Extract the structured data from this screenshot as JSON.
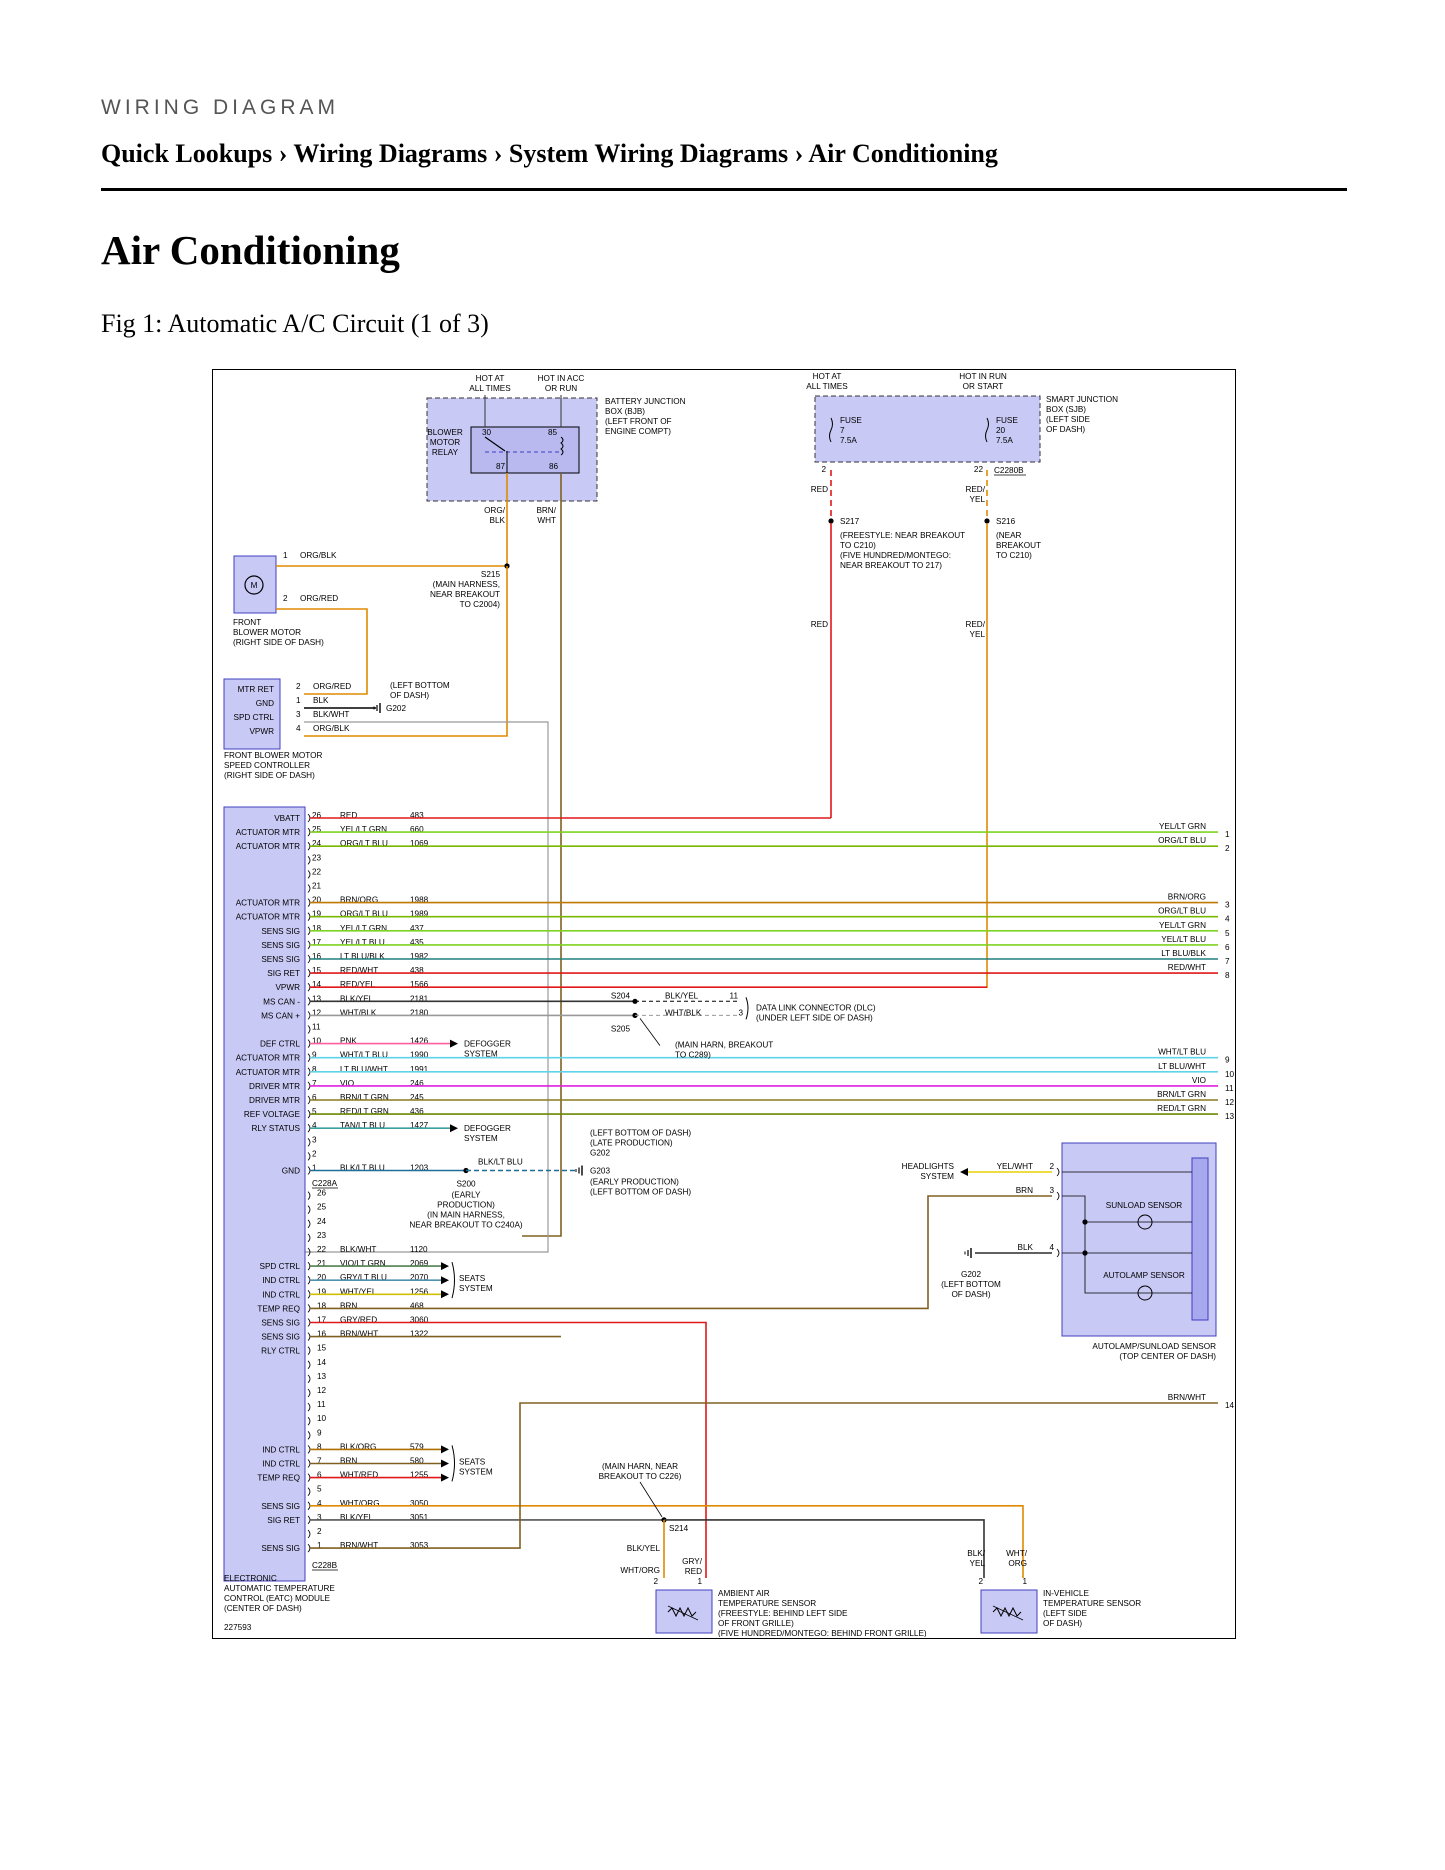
{
  "header": {
    "section_label": "WIRING DIAGRAM",
    "breadcrumb": "Quick Lookups › Wiring Diagrams › System Wiring Diagrams › Air Conditioning"
  },
  "page_title": "Air Conditioning",
  "figure_caption": "Fig 1: Automatic A/C Circuit (1 of 3)",
  "diagram": {
    "figure_id": "227593",
    "top_labels": {
      "bjb_hot_always": [
        "HOT AT",
        "ALL TIMES"
      ],
      "bjb_hot_acc": [
        "HOT IN ACC",
        "OR RUN"
      ],
      "sjb_hot_always": [
        "HOT AT",
        "ALL TIMES"
      ],
      "sjb_hot_run": [
        "HOT IN RUN",
        "OR START"
      ]
    },
    "bjb": {
      "name": [
        "BATTERY JUNCTION",
        "BOX (BJB)",
        "(LEFT FRONT OF",
        "ENGINE COMPT)"
      ],
      "relay": [
        "BLOWER",
        "MOTOR",
        "RELAY"
      ],
      "pins": [
        "30",
        "85",
        "87",
        "86"
      ],
      "wires": [
        [
          "ORG/",
          "BLK"
        ],
        [
          "BRN/",
          "WHT"
        ]
      ]
    },
    "sjb": {
      "name": [
        "SMART JUNCTION",
        "BOX (SJB)",
        "(LEFT SIDE",
        "OF DASH)"
      ],
      "fuse7": [
        "FUSE",
        "7",
        "7.5A"
      ],
      "fuse20": [
        "FUSE",
        "20",
        "7.5A"
      ],
      "pin_left": "2",
      "pin_right": "22",
      "connector": "C2280B",
      "wire_left": [
        "RED"
      ],
      "wire_right": [
        "RED/",
        "YEL"
      ]
    },
    "s217": {
      "name": "S217",
      "desc": [
        "(FREESTYLE: NEAR BREAKOUT",
        "TO C210)",
        "(FIVE HUNDRED/MONTEGO:",
        "NEAR BREAKOUT TO 217)"
      ]
    },
    "s216": {
      "name": "S216",
      "desc": [
        "(NEAR",
        "BREAKOUT",
        "TO C210)"
      ]
    },
    "lower_left_wire": "RED",
    "lower_right_wire": [
      "RED/",
      "YEL"
    ],
    "blower_motor": {
      "symbol": "M",
      "pins": [
        {
          "num": "1",
          "wire": "ORG/BLK"
        },
        {
          "num": "2",
          "wire": "ORG/RED"
        }
      ],
      "name": [
        "FRONT",
        "BLOWER MOTOR",
        "(RIGHT SIDE OF DASH)"
      ]
    },
    "s215": {
      "name": "S215",
      "desc": [
        "(MAIN HARNESS,",
        "NEAR BREAKOUT",
        "TO C2004)"
      ]
    },
    "speed_controller": {
      "name": [
        "FRONT BLOWER MOTOR",
        "SPEED CONTROLLER",
        "(RIGHT SIDE OF DASH)"
      ],
      "rows": [
        {
          "label": "MTR RET",
          "pin": "2",
          "wire": "ORG/RED"
        },
        {
          "label": "GND",
          "pin": "1",
          "wire": "BLK"
        },
        {
          "label": "SPD CTRL",
          "pin": "3",
          "wire": "BLK/WHT"
        },
        {
          "label": "VPWR",
          "pin": "4",
          "wire": "ORG/BLK"
        }
      ],
      "ground_desc": [
        "(LEFT BOTTOM",
        "OF DASH)"
      ],
      "ground": "G202"
    },
    "eatc": {
      "name": [
        "ELECTRONIC",
        "AUTOMATIC TEMPERATURE",
        "CONTROL (EATC) MODULE",
        "(CENTER OF DASH)"
      ],
      "connector_a": "C228A",
      "connector_b": "C228B",
      "c228a_rows": [
        {
          "label": "VBATT",
          "pin": "26",
          "wire": "RED",
          "circuit": "483"
        },
        {
          "label": "ACTUATOR MTR",
          "pin": "25",
          "wire": "YEL/LT GRN",
          "circuit": "660"
        },
        {
          "label": "ACTUATOR MTR",
          "pin": "24",
          "wire": "ORG/LT BLU",
          "circuit": "1069"
        },
        {
          "label": "",
          "pin": "23",
          "wire": "",
          "circuit": ""
        },
        {
          "label": "",
          "pin": "22",
          "wire": "",
          "circuit": ""
        },
        {
          "label": "",
          "pin": "21",
          "wire": "",
          "circuit": ""
        },
        {
          "label": "ACTUATOR MTR",
          "pin": "20",
          "wire": "BRN/ORG",
          "circuit": "1988"
        },
        {
          "label": "ACTUATOR MTR",
          "pin": "19",
          "wire": "ORG/LT BLU",
          "circuit": "1989"
        },
        {
          "label": "SENS SIG",
          "pin": "18",
          "wire": "YEL/LT GRN",
          "circuit": "437"
        },
        {
          "label": "SENS SIG",
          "pin": "17",
          "wire": "YEL/LT BLU",
          "circuit": "435"
        },
        {
          "label": "SENS SIG",
          "pin": "16",
          "wire": "LT BLU/BLK",
          "circuit": "1982"
        },
        {
          "label": "SIG RET",
          "pin": "15",
          "wire": "RED/WHT",
          "circuit": "438"
        },
        {
          "label": "VPWR",
          "pin": "14",
          "wire": "RED/YEL",
          "circuit": "1566"
        },
        {
          "label": "MS CAN -",
          "pin": "13",
          "wire": "BLK/YEL",
          "circuit": "2181"
        },
        {
          "label": "MS CAN +",
          "pin": "12",
          "wire": "WHT/BLK",
          "circuit": "2180"
        },
        {
          "label": "",
          "pin": "11",
          "wire": "",
          "circuit": ""
        },
        {
          "label": "DEF CTRL",
          "pin": "10",
          "wire": "PNK",
          "circuit": "1426"
        },
        {
          "label": "ACTUATOR MTR",
          "pin": "9",
          "wire": "WHT/LT BLU",
          "circuit": "1990"
        },
        {
          "label": "ACTUATOR MTR",
          "pin": "8",
          "wire": "LT BLU/WHT",
          "circuit": "1991"
        },
        {
          "label": "DRIVER MTR",
          "pin": "7",
          "wire": "VIO",
          "circuit": "246"
        },
        {
          "label": "DRIVER MTR",
          "pin": "6",
          "wire": "BRN/LT GRN",
          "circuit": "245"
        },
        {
          "label": "REF VOLTAGE",
          "pin": "5",
          "wire": "RED/LT GRN",
          "circuit": "436"
        },
        {
          "label": "RLY STATUS",
          "pin": "4",
          "wire": "TAN/LT BLU",
          "circuit": "1427"
        },
        {
          "label": "",
          "pin": "3",
          "wire": "",
          "circuit": ""
        },
        {
          "label": "",
          "pin": "2",
          "wire": "",
          "circuit": ""
        },
        {
          "label": "GND",
          "pin": "1",
          "wire": "BLK/LT BLU",
          "circuit": "1203"
        }
      ],
      "c228b_rows": [
        {
          "label": "",
          "pin": "26",
          "wire": "",
          "circuit": ""
        },
        {
          "label": "",
          "pin": "25",
          "wire": "",
          "circuit": ""
        },
        {
          "label": "",
          "pin": "24",
          "wire": "",
          "circuit": ""
        },
        {
          "label": "",
          "pin": "23",
          "wire": "",
          "circuit": ""
        },
        {
          "label": "",
          "pin": "22",
          "wire": "BLK/WHT",
          "circuit": "1120"
        },
        {
          "label": "SPD CTRL",
          "pin": "21",
          "wire": "VIO/LT GRN",
          "circuit": "2069"
        },
        {
          "label": "IND CTRL",
          "pin": "20",
          "wire": "GRY/LT BLU",
          "circuit": "2070"
        },
        {
          "label": "IND CTRL",
          "pin": "19",
          "wire": "WHT/YEL",
          "circuit": "1256"
        },
        {
          "label": "TEMP REQ",
          "pin": "18",
          "wire": "BRN",
          "circuit": "468"
        },
        {
          "label": "SENS SIG",
          "pin": "17",
          "wire": "GRY/RED",
          "circuit": "3060"
        },
        {
          "label": "SENS SIG",
          "pin": "16",
          "wire": "BRN/WHT",
          "circuit": "1322"
        },
        {
          "label": "RLY CTRL",
          "pin": "15",
          "wire": "",
          "circuit": ""
        },
        {
          "label": "",
          "pin": "14",
          "wire": "",
          "circuit": ""
        },
        {
          "label": "",
          "pin": "13",
          "wire": "",
          "circuit": ""
        },
        {
          "label": "",
          "pin": "12",
          "wire": "",
          "circuit": ""
        },
        {
          "label": "",
          "pin": "11",
          "wire": "",
          "circuit": ""
        },
        {
          "label": "",
          "pin": "10",
          "wire": "",
          "circuit": ""
        },
        {
          "label": "",
          "pin": "9",
          "wire": "",
          "circuit": ""
        },
        {
          "label": "IND CTRL",
          "pin": "8",
          "wire": "BLK/ORG",
          "circuit": "579"
        },
        {
          "label": "IND CTRL",
          "pin": "7",
          "wire": "BRN",
          "circuit": "580"
        },
        {
          "label": "TEMP REQ",
          "pin": "6",
          "wire": "WHT/RED",
          "circuit": "1255"
        },
        {
          "label": "",
          "pin": "5",
          "wire": "",
          "circuit": ""
        },
        {
          "label": "SENS SIG",
          "pin": "4",
          "wire": "WHT/ORG",
          "circuit": "3050"
        },
        {
          "label": "SIG RET",
          "pin": "3",
          "wire": "BLK/YEL",
          "circuit": "3051"
        },
        {
          "label": "",
          "pin": "2",
          "wire": "",
          "circuit": ""
        },
        {
          "label": "SENS SIG",
          "pin": "1",
          "wire": "BRN/WHT",
          "circuit": "3053"
        }
      ]
    },
    "right_refs": [
      {
        "wire": "YEL/LT GRN",
        "ref": "1"
      },
      {
        "wire": "ORG/LT BLU",
        "ref": "2"
      },
      {
        "wire": "BRN/ORG",
        "ref": "3"
      },
      {
        "wire": "ORG/LT BLU",
        "ref": "4"
      },
      {
        "wire": "YEL/LT GRN",
        "ref": "5"
      },
      {
        "wire": "YEL/LT BLU",
        "ref": "6"
      },
      {
        "wire": "LT BLU/BLK",
        "ref": "7"
      },
      {
        "wire": "RED/WHT",
        "ref": "8"
      },
      {
        "wire": "WHT/LT BLU",
        "ref": "9"
      },
      {
        "wire": "LT BLU/WHT",
        "ref": "10"
      },
      {
        "wire": "VIO",
        "ref": "11"
      },
      {
        "wire": "BRN/LT GRN",
        "ref": "12"
      },
      {
        "wire": "RED/LT GRN",
        "ref": "13"
      },
      {
        "wire": "BRN/WHT",
        "ref": "14"
      }
    ],
    "dlc": {
      "s204": "S204",
      "s205": "S205",
      "wire_top": "BLK/YEL",
      "pin_top": "11",
      "wire_bottom": "WHT/BLK",
      "pin_bottom": "3",
      "name": [
        "DATA LINK CONNECTOR (DLC)",
        "(UNDER LEFT SIDE OF DASH)"
      ],
      "harness_note": [
        "(MAIN HARN, BREAKOUT",
        "TO C289)"
      ]
    },
    "defogger": [
      "DEFOGGER",
      "SYSTEM"
    ],
    "seats": [
      "SEATS",
      "SYSTEM"
    ],
    "s200": {
      "name": "S200",
      "desc": [
        "(EARLY",
        "PRODUCTION)",
        "(IN MAIN HARNESS,",
        "NEAR BREAKOUT TO C240A)"
      ],
      "wire": "BLK/LT BLU"
    },
    "g202_g203": [
      "(LEFT BOTTOM OF DASH)",
      "(LATE PRODUCTION)",
      "G202",
      "G203",
      "(EARLY PRODUCTION)",
      "(LEFT BOTTOM OF DASH)"
    ],
    "autolamp": {
      "name": [
        "AUTOLAMP/SUNLOAD SENSOR",
        "(TOP CENTER OF DASH)"
      ],
      "sunload": "SUNLOAD SENSOR",
      "autolamp_label": "AUTOLAMP SENSOR",
      "headlights": [
        "HEADLIGHTS",
        "SYSTEM"
      ],
      "pins": [
        {
          "pin": "2",
          "wire": "YEL/WHT"
        },
        {
          "pin": "3",
          "wire": "BRN"
        },
        {
          "pin": "4",
          "wire": "BLK"
        }
      ],
      "ground": [
        "G202",
        "(LEFT BOTTOM",
        "OF DASH)"
      ]
    },
    "s214": {
      "name": "S214",
      "desc": [
        "(MAIN HARN, NEAR",
        "BREAKOUT TO C226)"
      ]
    },
    "ambient_sensor": {
      "wires": [
        "BLK/YEL",
        "WHT/ORG",
        "GRY/",
        "RED"
      ],
      "pins": [
        "2",
        "1"
      ],
      "name": [
        "AMBIENT AIR",
        "TEMPERATURE SENSOR",
        "(FREESTYLE: BEHIND LEFT SIDE",
        "OF FRONT GRILLE)",
        "(FIVE HUNDRED/MONTEGO: BEHIND FRONT GRILLE)"
      ]
    },
    "invehicle_sensor": {
      "wires": [
        [
          "BLK/",
          "YEL"
        ],
        [
          "WHT/",
          "ORG"
        ]
      ],
      "pins": [
        "2",
        "1"
      ],
      "name": [
        "IN-VEHICLE",
        "TEMPERATURE SENSOR",
        "(LEFT SIDE",
        "OF DASH)"
      ]
    },
    "colors": {
      "module_fill": "#c9c9f5",
      "module_stroke": "#4040c0",
      "RED": "#e01818",
      "ORG": "#e08a00",
      "YEL_LT_GRN": "#7ed321",
      "LT_BLU": "#5fd3e8",
      "VIO": "#e020e0",
      "BRN": "#806020",
      "GRY": "#999999"
    }
  }
}
